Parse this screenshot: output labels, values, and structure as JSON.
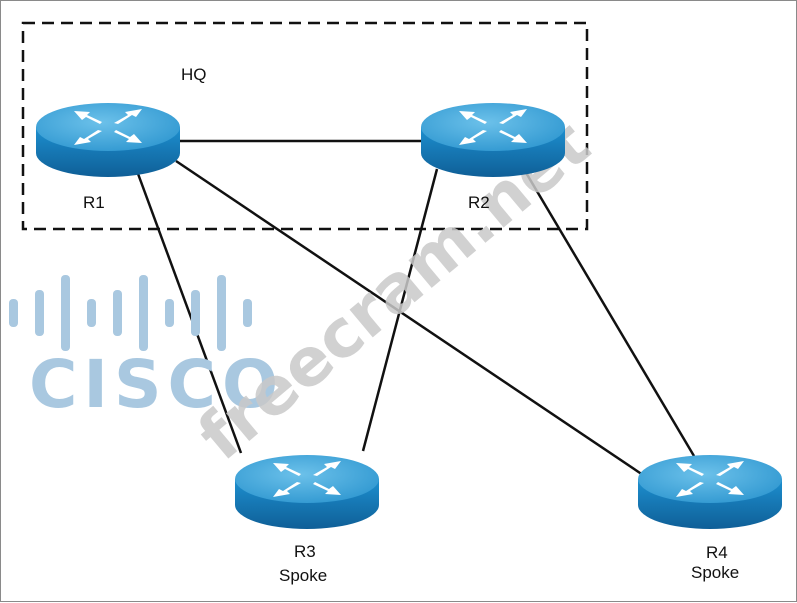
{
  "diagram": {
    "group_label": "HQ",
    "routers": [
      {
        "id": "R1",
        "name": "R1",
        "role": ""
      },
      {
        "id": "R2",
        "name": "R2",
        "role": ""
      },
      {
        "id": "R3",
        "name": "R3",
        "role": "Spoke"
      },
      {
        "id": "R4",
        "name": "R4",
        "role": "Spoke"
      }
    ],
    "links": [
      [
        "R1",
        "R2"
      ],
      [
        "R1",
        "R3"
      ],
      [
        "R1",
        "R4"
      ],
      [
        "R2",
        "R3"
      ],
      [
        "R2",
        "R4"
      ]
    ]
  },
  "watermark": {
    "logo_text": "CISCO",
    "site_text": "freecram.net"
  },
  "colors": {
    "router_top": "#3d9fd1",
    "router_body": "#1f7cb4",
    "router_arrow": "#ffffff",
    "link": "#111111",
    "hq_border": "#111111",
    "logo": "#a9c8e0",
    "watermark": "#c9c9c9"
  }
}
